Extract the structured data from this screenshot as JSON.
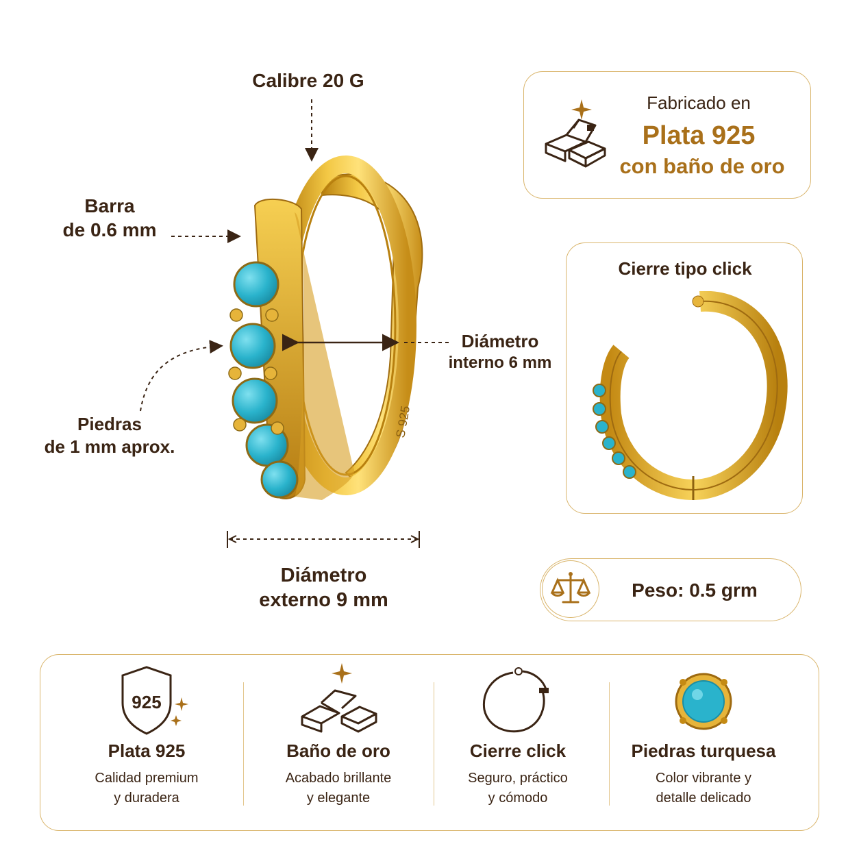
{
  "labels": {
    "calibre": "Calibre 20 G",
    "barra_line1": "Barra",
    "barra_line2": "de 0.6 mm",
    "piedras_line1": "Piedras",
    "piedras_line2": "de 1 mm aprox.",
    "diam_int_line1": "Diámetro",
    "diam_int_line2": "interno 6 mm",
    "diam_ext_line1": "Diámetro",
    "diam_ext_line2": "externo 9 mm",
    "engraving": "S 925"
  },
  "material_card": {
    "line1": "Fabricado en",
    "line2": "Plata 925",
    "line3": "con baño de oro",
    "icon": "gold-bars-icon"
  },
  "clasp_card": {
    "title": "Cierre tipo click"
  },
  "weight_card": {
    "label": "Peso: 0.5 grm",
    "icon": "scale-icon"
  },
  "features": [
    {
      "icon": "shield-925-icon",
      "badge": "925",
      "title": "Plata 925",
      "sub1": "Calidad premium",
      "sub2": "y duradera"
    },
    {
      "icon": "gold-bars-icon",
      "title": "Baño de oro",
      "sub1": "Acabado brillante",
      "sub2": "y elegante"
    },
    {
      "icon": "open-hoop-icon",
      "title": "Cierre click",
      "sub1": "Seguro, práctico",
      "sub2": "y cómodo"
    },
    {
      "icon": "turquoise-stone-icon",
      "title": "Piedras turquesa",
      "sub1": "Color vibrante y",
      "sub2": "detalle delicado"
    }
  ],
  "colors": {
    "gold": "#d9a21c",
    "gold_dark": "#a9701a",
    "turquoise": "#2ab3cc",
    "text": "#3a2414",
    "border": "#d9b46a"
  }
}
